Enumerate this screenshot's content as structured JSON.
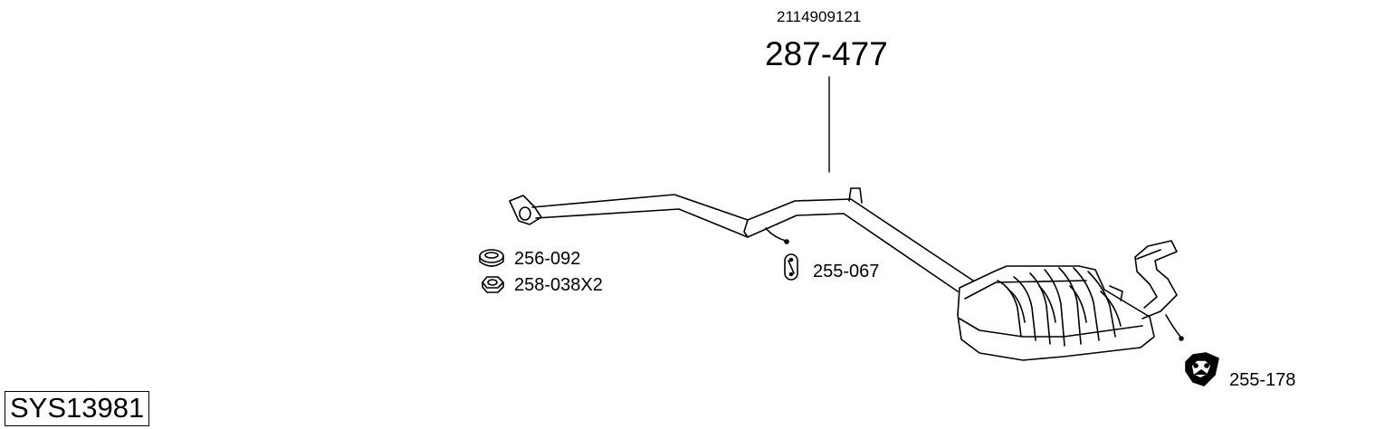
{
  "main_part": {
    "oe_number": "2114909121",
    "part_number": "287-477"
  },
  "accessories": [
    {
      "icon": "clamp-ring-icon",
      "part_number": "256-092"
    },
    {
      "icon": "nut-icon",
      "part_number": "258-038X2"
    },
    {
      "icon": "rubber-hanger-icon",
      "part_number": "255-067"
    },
    {
      "icon": "rubber-mount-icon",
      "part_number": "255-178"
    }
  ],
  "system_id": "SYS13981"
}
